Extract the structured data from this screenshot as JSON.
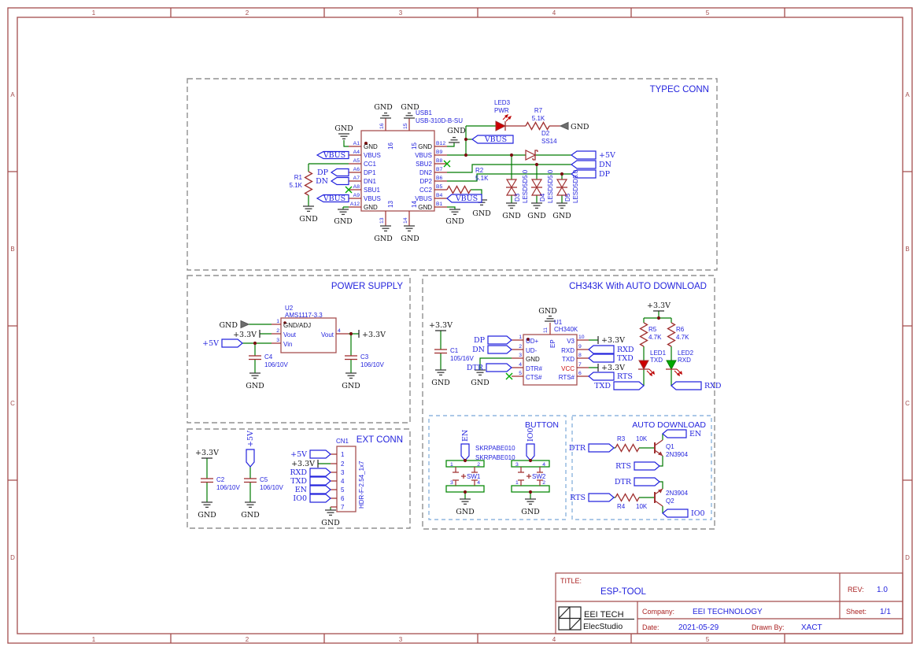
{
  "frame": {
    "cols": [
      "1",
      "2",
      "3",
      "4",
      "5"
    ],
    "rows": [
      "A",
      "B",
      "C",
      "D"
    ]
  },
  "sections": {
    "typec": {
      "title": "TYPEC CONN"
    },
    "power": {
      "title": "POWER SUPPLY"
    },
    "ext": {
      "title": "EXT CONN"
    },
    "ch343k": {
      "title": "CH343K With AUTO DOWNLOAD"
    },
    "button": {
      "title": "BUTTON"
    },
    "autodl": {
      "title": "AUTO DOWNLOAD"
    }
  },
  "nets": {
    "gnd": "GND",
    "v33": "+3.3V",
    "v5": "+5V",
    "vbus": "VBUS",
    "dp": "DP",
    "dn": "DN",
    "txd": "TXD",
    "rxd": "RXD",
    "en": "EN",
    "io0": "IO0",
    "dtr": "DTR",
    "rts": "RTS"
  },
  "usb1": {
    "ref": "USB1",
    "part": "USB-310D-B-SU",
    "left_pins": [
      {
        "num": "A1",
        "name": "GND"
      },
      {
        "num": "A4",
        "name": "VBUS"
      },
      {
        "num": "A5",
        "name": "CC1"
      },
      {
        "num": "A6",
        "name": "DP1"
      },
      {
        "num": "A7",
        "name": "DN1"
      },
      {
        "num": "A8",
        "name": "SBU1"
      },
      {
        "num": "A9",
        "name": "VBUS"
      },
      {
        "num": "A12",
        "name": "GND"
      }
    ],
    "right_pins": [
      {
        "num": "B12",
        "name": "GND"
      },
      {
        "num": "B9",
        "name": "VBUS"
      },
      {
        "num": "B8",
        "name": "SBU2"
      },
      {
        "num": "B7",
        "name": "DN2"
      },
      {
        "num": "B6",
        "name": "DP2"
      },
      {
        "num": "B5",
        "name": "CC2"
      },
      {
        "num": "B4",
        "name": "VBUS"
      },
      {
        "num": "B1",
        "name": "GND"
      }
    ],
    "top_pins": [
      "16",
      "15"
    ],
    "bottom_pins": [
      "13",
      "14"
    ]
  },
  "comps": {
    "r1": {
      "ref": "R1",
      "value": "5.1K"
    },
    "r2": {
      "ref": "R2",
      "value": "5.1K"
    },
    "r7": {
      "ref": "R7",
      "value": "5.1K"
    },
    "led3": {
      "ref": "LED3",
      "value": "PWR"
    },
    "d2": {
      "ref": "D2",
      "value": "SS14"
    },
    "d3": {
      "ref": "D3",
      "value": "LESD5D5.0"
    },
    "d4": {
      "ref": "D4",
      "value": "LESD5D5.0"
    },
    "d5": {
      "ref": "D5",
      "value": "LESD5D5.0"
    },
    "u2": {
      "ref": "U2",
      "part": "AMS1117-3.3",
      "pins": [
        {
          "num": "1",
          "name": "GND/ADJ"
        },
        {
          "num": "2",
          "name": "Vout"
        },
        {
          "num": "3",
          "name": "Vin"
        },
        {
          "num": "4",
          "name": "Vout"
        }
      ]
    },
    "c1": {
      "ref": "C1",
      "value": "105/16V"
    },
    "c2": {
      "ref": "C2",
      "value": "106/10V"
    },
    "c3": {
      "ref": "C3",
      "value": "106/10V"
    },
    "c4": {
      "ref": "C4",
      "value": "106/10V"
    },
    "c5": {
      "ref": "C5",
      "value": "106/10V"
    },
    "u1": {
      "ref": "U1",
      "part": "CH340K",
      "ep_num": "11",
      "ep_name": "EP",
      "left_pins": [
        {
          "num": "1",
          "name": "UD+"
        },
        {
          "num": "2",
          "name": "UD-"
        },
        {
          "num": "3",
          "name": "GND"
        },
        {
          "num": "4",
          "name": "DTR#"
        },
        {
          "num": "5",
          "name": "CTS#"
        }
      ],
      "right_pins": [
        {
          "num": "10",
          "name": "V3"
        },
        {
          "num": "9",
          "name": "RXD"
        },
        {
          "num": "8",
          "name": "TXD"
        },
        {
          "num": "7",
          "name": "VCC"
        },
        {
          "num": "6",
          "name": "RTS#"
        }
      ]
    },
    "r5": {
      "ref": "R5",
      "value": "4.7K"
    },
    "r6": {
      "ref": "R6",
      "value": "4.7K"
    },
    "led1": {
      "ref": "LED1",
      "value": "TXD"
    },
    "led2": {
      "ref": "LED2",
      "value": "RXD"
    },
    "cn1": {
      "ref": "CN1",
      "part": "HDR-F-2.54_1x7",
      "pins": [
        "1",
        "2",
        "3",
        "4",
        "5",
        "6",
        "7"
      ]
    },
    "sw1": {
      "ref": "SW1",
      "part": "SKRPABE010",
      "pins": [
        "1",
        "2",
        "3",
        "4"
      ]
    },
    "sw2": {
      "ref": "SW2",
      "part": "SKRPABE010",
      "pins": [
        "3",
        "4",
        "1",
        "2"
      ]
    },
    "r3": {
      "ref": "R3",
      "value": "10K"
    },
    "r4": {
      "ref": "R4",
      "value": "10K"
    },
    "q1": {
      "ref": "Q1",
      "part": "2N3904"
    },
    "q2": {
      "ref": "Q2",
      "part": "2N3904"
    }
  },
  "tb": {
    "title_label": "TITLE:",
    "title": "ESP-TOOL",
    "rev_label": "REV:",
    "rev": "1.0",
    "logo_top": "EEI TECH",
    "logo_bottom": "ElecStudio",
    "company_label": "Company:",
    "company": "EEI TECHNOLOGY",
    "sheet_label": "Sheet:",
    "sheet": "1/1",
    "date_label": "Date:",
    "date": "2021-05-29",
    "drawn_label": "Drawn By:",
    "drawn_by": "XACT"
  }
}
